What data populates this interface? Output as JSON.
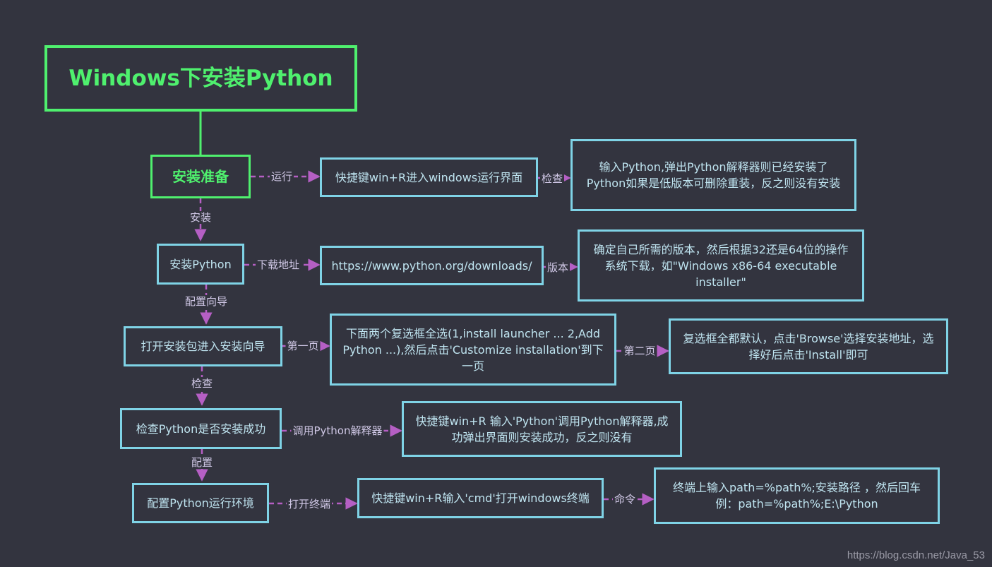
{
  "colors": {
    "background": "#33343f",
    "root": "#4ff06e",
    "node": "#7fd3e6",
    "edge": "#b55fc4"
  },
  "root": {
    "title": "Windows下安装Python"
  },
  "steps": [
    {
      "id": "prep",
      "title": "安装准备",
      "action_label": "运行",
      "action_text": "快捷键win+R进入windows运行界面",
      "detail_label": "检查",
      "detail_text": "输入Python,弹出Python解释器则已经安装了Python如果是低版本可删除重装，反之则没有安装"
    },
    {
      "id": "install",
      "title": "安装Python",
      "action_label": "下载地址",
      "action_text": "https://www.python.org/downloads/",
      "detail_label": "版本",
      "detail_text": "确定自己所需的版本，然后根据32还是64位的操作系统下载，如\"Windows x86-64 executable installer\""
    },
    {
      "id": "wizard",
      "title": "打开安装包进入安装向导",
      "action_label": "第一页",
      "action_text": "下面两个复选框全选(1,install launcher ...  2,Add Python ...),然后点击'Customize installation'到下一页",
      "detail_label": "第二页",
      "detail_text": "复选框全都默认，点击'Browse'选择安装地址，选择好后点击'Install'即可"
    },
    {
      "id": "check",
      "title": "检查Python是否安装成功",
      "action_label": "调用Python解释器",
      "action_text": "快捷键win+R 输入'Python'调用Python解释器,成功弹出界面则安装成功，反之则没有"
    },
    {
      "id": "config",
      "title": "配置Python运行环境",
      "action_label": "打开终端",
      "action_text": "快捷键win+R输入'cmd'打开windows终端",
      "detail_label": "命令",
      "detail_text": "终端上输入path=%path%;安装路径  ，然后回车例：path=%path%;E:\\Python"
    }
  ],
  "flow_labels": [
    "安装",
    "配置向导",
    "检查",
    "配置"
  ],
  "watermark": "https://blog.csdn.net/Java_53"
}
